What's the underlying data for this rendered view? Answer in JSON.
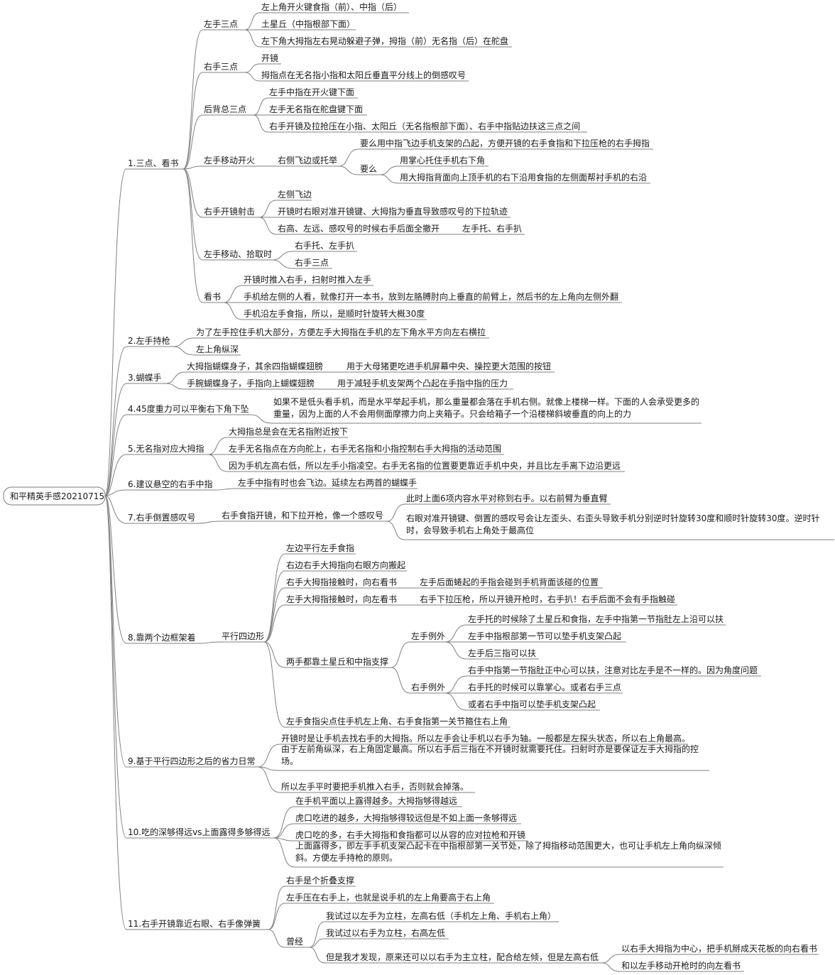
{
  "root": "和平精英手感20210715",
  "nodes": [
    {
      "id": "b1",
      "parent": "root",
      "text": "1.三点、看书"
    },
    {
      "id": "b1a",
      "parent": "b1",
      "text": "左手三点"
    },
    {
      "id": "b1a1",
      "parent": "b1a",
      "text": "左上角开火键食指（前）、中指（后）"
    },
    {
      "id": "b1a2",
      "parent": "b1a",
      "text": "土星丘（中指根部下面）"
    },
    {
      "id": "b1a3",
      "parent": "b1a",
      "text": "左下角大拇指左右晃动躲避子弹，拇指（前）无名指（后）在舵盘"
    },
    {
      "id": "b1b",
      "parent": "b1",
      "text": "右手三点"
    },
    {
      "id": "b1b1",
      "parent": "b1b",
      "text": "开镜"
    },
    {
      "id": "b1b2",
      "parent": "b1b",
      "text": "拇指点在无名指小指和太阳丘垂直平分线上的倒感叹号"
    },
    {
      "id": "b1c",
      "parent": "b1",
      "text": "后背总三点"
    },
    {
      "id": "b1c1",
      "parent": "b1c",
      "text": "左手中指在开火键下面"
    },
    {
      "id": "b1c2",
      "parent": "b1c",
      "text": "左手无名指在舵盘键下面"
    },
    {
      "id": "b1c3",
      "parent": "b1c",
      "text": "",
      "segments": [
        {
          "text": "右手开镜及拉抢压在",
          "red": false
        },
        {
          "text": "小指、太阳丘",
          "red": true
        },
        {
          "text": "（无名指根部下面）",
          "red": false
        },
        {
          "text": "、右手中指贴边扶",
          "red": true
        },
        {
          "text": "这三点之间",
          "red": false
        }
      ]
    },
    {
      "id": "b1d",
      "parent": "b1",
      "text": "左手移动开火"
    },
    {
      "id": "b1d1",
      "parent": "b1d",
      "text": "右侧飞边或托举"
    },
    {
      "id": "b1d1a",
      "parent": "b1d1",
      "text": "要么用中指飞边手机支架的凸起，方便开镜的右手食指和下拉压枪的右手拇指"
    },
    {
      "id": "b1d1b",
      "parent": "b1d1",
      "text": "要么"
    },
    {
      "id": "b1d1b1",
      "parent": "b1d1b",
      "text": "用掌心托住手机右下角"
    },
    {
      "id": "b1d1b2",
      "parent": "b1d1b",
      "text": "用大拇指背面向上顶手机的右下沿用食指的左侧面帮衬手机的右沿"
    },
    {
      "id": "b1e",
      "parent": "b1",
      "text": "右手开镜射击"
    },
    {
      "id": "b1e1",
      "parent": "b1e",
      "text": "左侧飞边"
    },
    {
      "id": "b1e2",
      "parent": "b1e",
      "text": "开镜时右眼对准开镜键、大拇指为垂直导致感叹号的下拉轨迹"
    },
    {
      "id": "b1e3",
      "parent": "b1e",
      "text": "右高、左远、感叹号的时候右手后面全撤开"
    },
    {
      "id": "b1e3a",
      "parent": "b1e3",
      "text": "左手托、右手扒"
    },
    {
      "id": "b1f",
      "parent": "b1",
      "text": "左手移动、拾取时"
    },
    {
      "id": "b1f1",
      "parent": "b1f",
      "text": "右手托、左手扒"
    },
    {
      "id": "b1f2",
      "parent": "b1f",
      "text": "右手三点"
    },
    {
      "id": "b1g",
      "parent": "b1",
      "text": "看书"
    },
    {
      "id": "b1g1",
      "parent": "b1g",
      "text": "开镜时推入右手，扫射时推入左手"
    },
    {
      "id": "b1g2",
      "parent": "b1g",
      "text": "手机给左侧的人看，就像打开一本书，放到左胳膊肘向上垂直的前臂上，然后书的左上角向左侧外翻"
    },
    {
      "id": "b1g3",
      "parent": "b1g",
      "text": "手机沿左手食指，所以，是顺时针旋转大概30度"
    },
    {
      "id": "b2",
      "parent": "root",
      "text": "2.左手持枪"
    },
    {
      "id": "b2a",
      "parent": "b2",
      "text": "为了左手控住手机大部分，方便左手大拇指在手机的左下角水平方向左右横拉"
    },
    {
      "id": "b2b",
      "parent": "b2",
      "text": "左上角纵深"
    },
    {
      "id": "b3",
      "parent": "root",
      "text": "3.蝴蝶手"
    },
    {
      "id": "b3a",
      "parent": "b3",
      "text": "大拇指蝴蝶身子，其余四指蝴蝶翅膀"
    },
    {
      "id": "b3a1",
      "parent": "b3a",
      "text": "用于大母猪更吃进手机屏幕中央、操控更大范围的按钮"
    },
    {
      "id": "b3b",
      "parent": "b3",
      "text": "手腕蝴蝶身子，手指向上蝴蝶翅膀"
    },
    {
      "id": "b3b1",
      "parent": "b3b",
      "text": "用于减轻手机支架两个凸起在手指中指的压力"
    },
    {
      "id": "b4",
      "parent": "root",
      "text": "4.45度重力可以平衡右下角下坠"
    },
    {
      "id": "b4a",
      "parent": "b4",
      "text": "",
      "lines": [
        "如果不是低头看手机，而是水平举起手机，那么重量都会落在手机右侧。就像上楼梯一样。下面的人会承受更多的",
        "重量，因为上面的人不会用侧面摩擦力向上夹箱子。只会给箱子一个沿楼梯斜坡垂直的向上的力"
      ]
    },
    {
      "id": "b5",
      "parent": "root",
      "text": "5.无名指对应大拇指"
    },
    {
      "id": "b5a",
      "parent": "b5",
      "text": "大拇指总是会在无名指附近按下"
    },
    {
      "id": "b5b",
      "parent": "b5",
      "text": "左手无名指点在方向舵上，右手无名指和小指控制右手大拇指的活动范围"
    },
    {
      "id": "b5c",
      "parent": "b5",
      "text": "因为手机左高右低，所以左手小指凌空。右手无名指的位置要更靠近手机中央，并且比左手离下边沿更远"
    },
    {
      "id": "b6",
      "parent": "root",
      "text": "6.建议悬空的右手中指"
    },
    {
      "id": "b6a",
      "parent": "b6",
      "text": "左手中指有时也会飞边。延续左右两首的蝴蝶手"
    },
    {
      "id": "b7",
      "parent": "root",
      "text": "7.右手倒置感叹号"
    },
    {
      "id": "b7a",
      "parent": "b7",
      "text": "右手食指开镜，和下拉开枪，像一个感叹号"
    },
    {
      "id": "b7a1",
      "parent": "b7a",
      "text": "此时上面6项内容水平对称到右手。以右前臂为垂直臂"
    },
    {
      "id": "b7a2",
      "parent": "b7a",
      "text": "",
      "lines": [
        "右眼对准开镜键、倒置的感叹号会让左歪头、右歪头导致手机分别逆时针旋转30度和顺时针旋转30度。逆时针",
        "时，会导致手机右上角处于最高位"
      ]
    },
    {
      "id": "b8",
      "parent": "root",
      "text": "8.靠两个边框架着"
    },
    {
      "id": "b8a",
      "parent": "b8",
      "text": "平行四边形"
    },
    {
      "id": "b8a1",
      "parent": "b8a",
      "text": "左边平行左手食指"
    },
    {
      "id": "b8a2",
      "parent": "b8a",
      "text": "右边右手大拇指向右眼方向搬起"
    },
    {
      "id": "b8a3",
      "parent": "b8a",
      "text": "右手大拇指接触时，向右看书"
    },
    {
      "id": "b8a3a",
      "parent": "b8a3",
      "text": "左手后面蜷起的手指会碰到手机背面该碰的位置"
    },
    {
      "id": "b8a4",
      "parent": "b8a",
      "text": "左手大拇指接触时，向左看书"
    },
    {
      "id": "b8a4a",
      "parent": "b8a4",
      "text": "右手下拉压枪，所以开镜开枪时，右手扒！右手后面不会有手指触碰"
    },
    {
      "id": "b8a5",
      "parent": "b8a",
      "text": "两手都靠土星丘和中指支撑"
    },
    {
      "id": "b8a5a",
      "parent": "b8a5",
      "text": "左手例外"
    },
    {
      "id": "b8a5a1",
      "parent": "b8a5a",
      "text": "左手托的时候除了土星丘和食指，左手中指第一节指肚左上沿可以扶"
    },
    {
      "id": "b8a5a2",
      "parent": "b8a5a",
      "text": "左手中指根部第一节可以垫手机支架凸起"
    },
    {
      "id": "b8a5a3",
      "parent": "b8a5a",
      "text": "左手后三指可以扶"
    },
    {
      "id": "b8a5b",
      "parent": "b8a5",
      "text": "右手例外"
    },
    {
      "id": "b8a5b1",
      "parent": "b8a5b",
      "text": "右手中指第一节指肚正中心可以扶，注意对比左手是不一样的。因为角度问题"
    },
    {
      "id": "b8a5b2",
      "parent": "b8a5b",
      "text": "右手托的时候可以靠掌心。或者右手三点"
    },
    {
      "id": "b8a5b3",
      "parent": "b8a5b",
      "text": "或者右手中指可以垫手机支架凸起"
    },
    {
      "id": "b8a6",
      "parent": "b8a",
      "text": "左手食指尖点住手机左上角、右手食指第一关节箍住右上角"
    },
    {
      "id": "b9",
      "parent": "root",
      "text": "9.基于平行四边形之后的省力日常"
    },
    {
      "id": "b9a",
      "parent": "b9",
      "text": "开镜时是让手机去找右手的大拇指。所以左手会让手机以右手为轴。一般都是左探头状态，所以右上角最高。"
    },
    {
      "id": "b9b",
      "parent": "b9",
      "text": "",
      "lines": [
        "由于左前角纵深，右上角固定最高。所以右手后三指在不开镜时就需要托住。扫射时亦是要保证左手大拇指的控",
        "场。"
      ]
    },
    {
      "id": "b9c",
      "parent": "b9",
      "text": "所以左手平时要把手机推入右手，否则就会掉落。"
    },
    {
      "id": "b10",
      "parent": "root",
      "text": "10.吃的深够得远vs上面露得多够得远"
    },
    {
      "id": "b10a",
      "parent": "b10",
      "text": "在手机平面以上露得越多。大拇指够得越远"
    },
    {
      "id": "b10b",
      "parent": "b10",
      "text": "虎口吃进的越多，大拇指够得较远但是不如上面一条够得远"
    },
    {
      "id": "b10c",
      "parent": "b10",
      "text": "虎口吃的多，右手大拇指和食指都可以从容的应对拉枪和开镜"
    },
    {
      "id": "b10d",
      "parent": "b10",
      "text": "",
      "lines": [
        "上面露得多，即左手手机支架凸起卡在中指根部第一关节处，除了拇指移动范围更大，也可让手机左上角向纵深倾",
        "斜。方便左手持枪的原则。"
      ]
    },
    {
      "id": "b11",
      "parent": "root",
      "text": "11.右手开镜靠近右眼、右手像弹簧"
    },
    {
      "id": "b11a",
      "parent": "b11",
      "text": "右手是个折叠支撑"
    },
    {
      "id": "b11b",
      "parent": "b11",
      "text": "左手压在右手上，也就是说手机的左上角要高于右上角"
    },
    {
      "id": "b11c",
      "parent": "b11",
      "text": "曾经"
    },
    {
      "id": "b11c1",
      "parent": "b11c",
      "text": "我试过以左手为立柱，左高右低（手机左上角、手机右上角）"
    },
    {
      "id": "b11c2",
      "parent": "b11c",
      "text": "我试过以右手为立柱，右高左低"
    },
    {
      "id": "b11c3",
      "parent": "b11c",
      "text": "但是我才发现，原来还可以以右手为主立柱，配合给左倾，但是左高右低"
    },
    {
      "id": "b11c3a",
      "parent": "b11c3",
      "text": "以右手大拇指为中心，把手机掰成天花板的向右看书"
    },
    {
      "id": "b11c3b",
      "parent": "b11c3",
      "text": "和以左手移动开枪时的向左看书"
    }
  ]
}
